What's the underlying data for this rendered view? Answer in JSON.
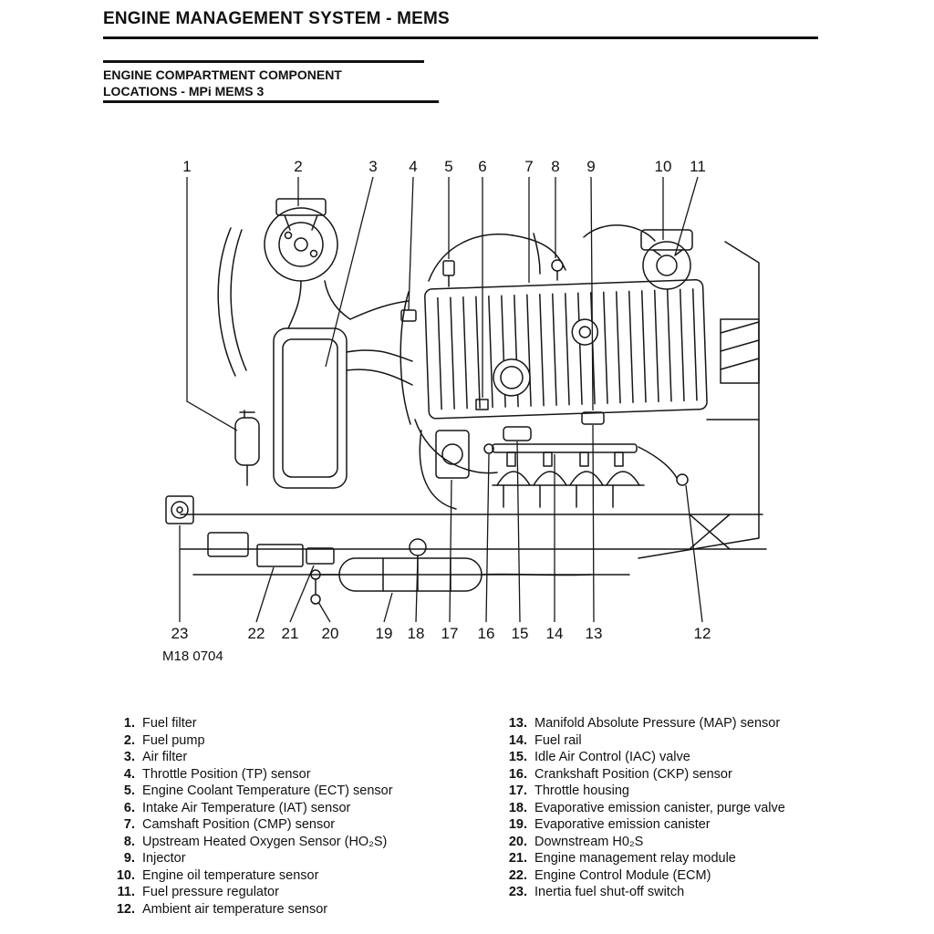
{
  "page": {
    "title": "ENGINE MANAGEMENT SYSTEM - MEMS",
    "section_heading_line1": "ENGINE COMPARTMENT COMPONENT",
    "section_heading_line2": "LOCATIONS - MPi MEMS 3",
    "figure_code": "M18 0704"
  },
  "colors": {
    "ink": "#111111",
    "background": "#ffffff"
  },
  "diagram": {
    "description": "Line-art engine compartment component location diagram, MPi MEMS 3",
    "callouts_top": [
      "1",
      "2",
      "3",
      "4",
      "5",
      "6",
      "7",
      "8",
      "9",
      "10",
      "11"
    ],
    "callouts_bottom": [
      "23",
      "22",
      "21",
      "20",
      "19",
      "18",
      "17",
      "16",
      "15",
      "14",
      "13",
      "12"
    ]
  },
  "legend": {
    "left": [
      {
        "num": "1.",
        "label": "Fuel filter"
      },
      {
        "num": "2.",
        "label": "Fuel pump"
      },
      {
        "num": "3.",
        "label": "Air filter"
      },
      {
        "num": "4.",
        "label": "Throttle Position (TP) sensor"
      },
      {
        "num": "5.",
        "label": "Engine Coolant Temperature (ECT) sensor"
      },
      {
        "num": "6.",
        "label": "Intake Air Temperature (IAT) sensor"
      },
      {
        "num": "7.",
        "label": "Camshaft Position (CMP) sensor"
      },
      {
        "num": "8.",
        "label": "Upstream Heated Oxygen Sensor (HO₂S)"
      },
      {
        "num": "9.",
        "label": "Injector"
      },
      {
        "num": "10.",
        "label": "Engine oil temperature sensor"
      },
      {
        "num": "11.",
        "label": "Fuel pressure regulator"
      },
      {
        "num": "12.",
        "label": "Ambient air temperature sensor"
      }
    ],
    "right": [
      {
        "num": "13.",
        "label": "Manifold Absolute Pressure (MAP) sensor"
      },
      {
        "num": "14.",
        "label": "Fuel rail"
      },
      {
        "num": "15.",
        "label": "Idle Air Control (IAC) valve"
      },
      {
        "num": "16.",
        "label": "Crankshaft Position (CKP) sensor"
      },
      {
        "num": "17.",
        "label": "Throttle housing"
      },
      {
        "num": "18.",
        "label": "Evaporative emission canister, purge valve"
      },
      {
        "num": "19.",
        "label": "Evaporative emission canister"
      },
      {
        "num": "20.",
        "label": "Downstream H0₂S"
      },
      {
        "num": "21.",
        "label": "Engine management relay module"
      },
      {
        "num": "22.",
        "label": "Engine Control Module (ECM)"
      },
      {
        "num": "23.",
        "label": "Inertia fuel shut-off switch"
      }
    ]
  }
}
